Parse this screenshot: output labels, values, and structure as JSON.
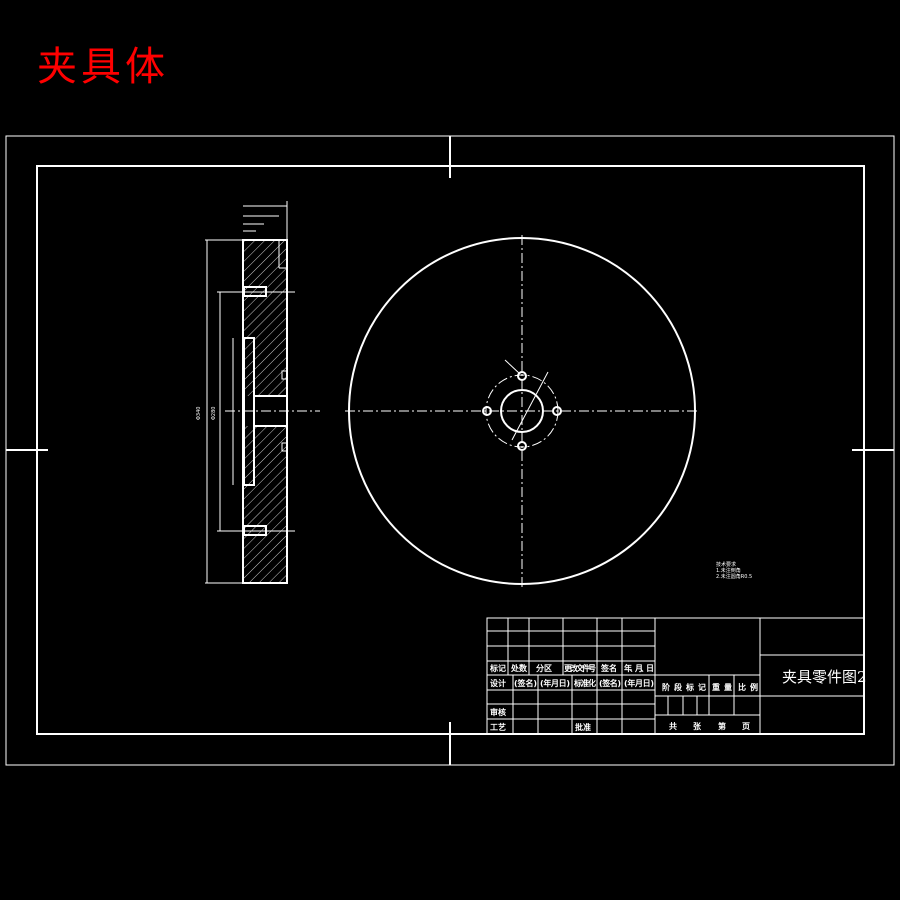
{
  "header": {
    "title": "夹具体",
    "color": "#ff0000"
  },
  "title_block": {
    "drawing_name": "夹具零件图2",
    "revision_headers": [
      "标记",
      "处数",
      "分区",
      "更改文件号",
      "签名",
      "年、月、日"
    ],
    "design_row": [
      "设计",
      "(签名)",
      "(年月日)",
      "标准化",
      "(签名)",
      "(年月日)"
    ],
    "review": "审核",
    "process": "工艺",
    "approve": "批准",
    "stage_headers": [
      "阶段标记",
      "重量",
      "比例"
    ],
    "sheet": [
      "共",
      "张",
      "第",
      "页"
    ]
  },
  "notes": [
    "技术要求",
    "1.未注倒角",
    "2.未注圆角R0.5"
  ]
}
